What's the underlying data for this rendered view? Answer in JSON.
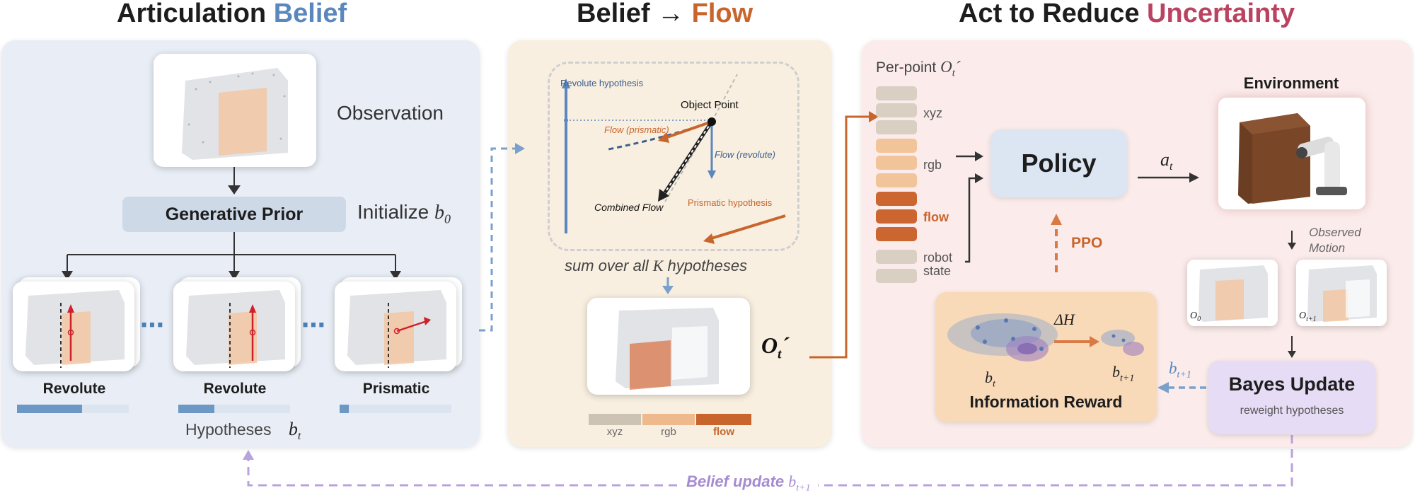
{
  "titles": {
    "panel1": {
      "main": "Articulation",
      "accent": "Belief"
    },
    "panel2": {
      "main": "Belief",
      "arrow": "→",
      "accent": "Flow"
    },
    "panel3": {
      "main": "Act to Reduce",
      "accent": "Uncertainty"
    }
  },
  "colors": {
    "blue": "#5a87bd",
    "orange": "#c8652c",
    "red": "#b94360",
    "purple": "#a58bd0",
    "panel1_bg": "#e9eef6",
    "panel2_bg": "#f8efe0",
    "panel3_bg": "#fbeceb"
  },
  "belief": {
    "observation_label": "Observation",
    "generative_prior": "Generative Prior",
    "initialize": "Initialize",
    "b0": "b",
    "b0_sub": "0",
    "hypotheses": [
      {
        "label": "Revolute",
        "confidence": 0.58
      },
      {
        "label": "Revolute",
        "confidence": 0.32
      },
      {
        "label": "Prismatic",
        "confidence": 0.08
      }
    ],
    "ellipsis": "⋯",
    "hypotheses_label": "Hypotheses",
    "bt": "b",
    "bt_sub": "t"
  },
  "flow": {
    "revolute_hypothesis": "Revolute hypothesis",
    "object_point": "Object Point",
    "flow_prismatic": "Flow (prismatic)",
    "flow_revolute": "Flow (revolute)",
    "combined_flow": "Combined Flow",
    "prismatic_hypothesis": "Prismatic hypothesis",
    "sum_prefix": "sum over all",
    "sum_k": "K",
    "sum_suffix": "hypotheses",
    "legend": [
      "xyz",
      "rgb",
      "flow"
    ],
    "ot_label": "O",
    "ot_sub": "t",
    "ot_prime": "´"
  },
  "act": {
    "per_point_prefix": "Per-point",
    "per_point_O": "O",
    "per_point_sub": "t",
    "per_point_prime": "´",
    "features": {
      "xyz": "xyz",
      "rgb": "rgb",
      "flow": "flow",
      "robot_state_1": "robot",
      "robot_state_2": "state"
    },
    "policy": "Policy",
    "action_a": "a",
    "action_sub": "t",
    "environment": "Environment",
    "observed_motion_1": "Observed",
    "observed_motion_2": "Motion",
    "o0": "O",
    "o0_sub": "0",
    "ot1": "O",
    "ot1_sub": "t+1",
    "ppo": "PPO",
    "delta_h": "ΔH",
    "bt": "b",
    "bt_sub": "t",
    "bt1": "b",
    "bt1_sub": "t+1",
    "info_reward": "Information Reward",
    "bayes_update": "Bayes Update",
    "reweight": "reweight hypotheses",
    "bt1_arrow": "b",
    "bt1_arrow_sub": "t+1"
  },
  "bottom": {
    "belief_update": "Belief update",
    "b": "b",
    "b_sub": "t+1"
  }
}
